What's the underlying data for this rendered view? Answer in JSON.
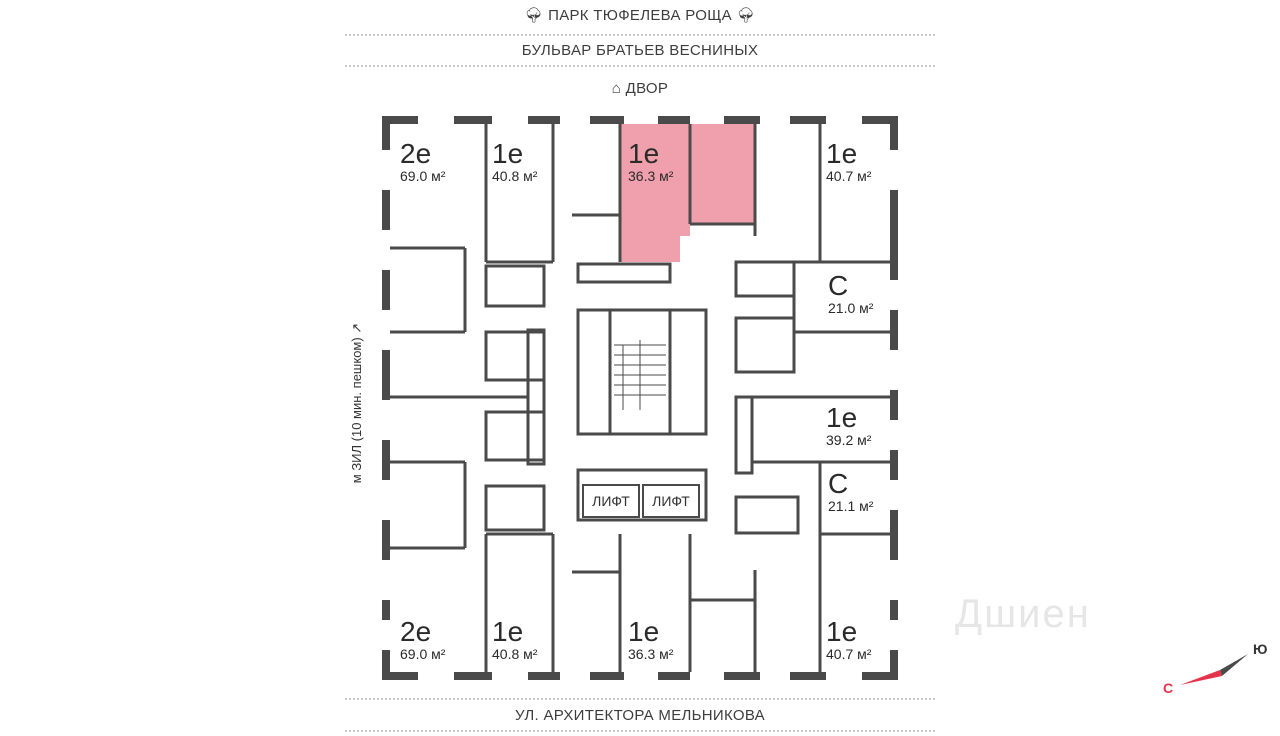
{
  "streets": {
    "park": "ПАРК ТЮФЕЛЕВА РОЩА",
    "boulevard": "БУЛЬВАР БРАТЬЕВ ВЕСНИНЫХ",
    "yard": "ДВОР",
    "bottom": "УЛ. АРХИТЕКТОРА МЕЛЬНИКОВА",
    "side": "м ЗИЛ (10 мин. пешком)"
  },
  "apartments": [
    {
      "type": "2е",
      "area": "69.0 м²"
    },
    {
      "type": "1е",
      "area": "40.8 м²"
    },
    {
      "type": "1е",
      "area": "36.3 м²",
      "highlighted": true
    },
    {
      "type": "1е",
      "area": "40.7 м²"
    },
    {
      "type": "С",
      "area": "21.0 м²"
    },
    {
      "type": "1е",
      "area": "39.2 м²"
    },
    {
      "type": "С",
      "area": "21.1 м²"
    },
    {
      "type": "2е",
      "area": "69.0 м²"
    },
    {
      "type": "1е",
      "area": "40.8 м²"
    },
    {
      "type": "1е",
      "area": "36.3 м²"
    },
    {
      "type": "1е",
      "area": "40.7 м²"
    }
  ],
  "lifts": [
    "ЛИФТ",
    "ЛИФТ"
  ],
  "compass": {
    "north": "С",
    "south": "Ю"
  },
  "watermark": "Дшиен",
  "colors": {
    "highlight": "#f0a0ac",
    "wall": "#4a4a4a",
    "accent": "#e5334b"
  }
}
